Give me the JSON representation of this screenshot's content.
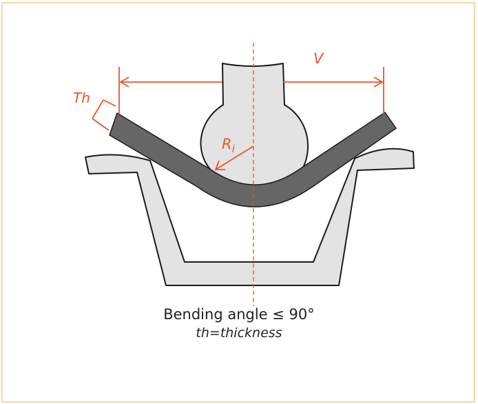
{
  "labels": {
    "thickness": "Th",
    "v_opening": "V",
    "radius_main": "R",
    "radius_sub": "i"
  },
  "caption": {
    "line1": "Bending angle ≤ 90°",
    "line2": "th=thickness"
  },
  "colors": {
    "accent": "#e8542a",
    "die_fill": "#e3e3e3",
    "sheet_fill": "#666666",
    "outline": "#1a1a1a",
    "border": "#f6d6a8"
  }
}
